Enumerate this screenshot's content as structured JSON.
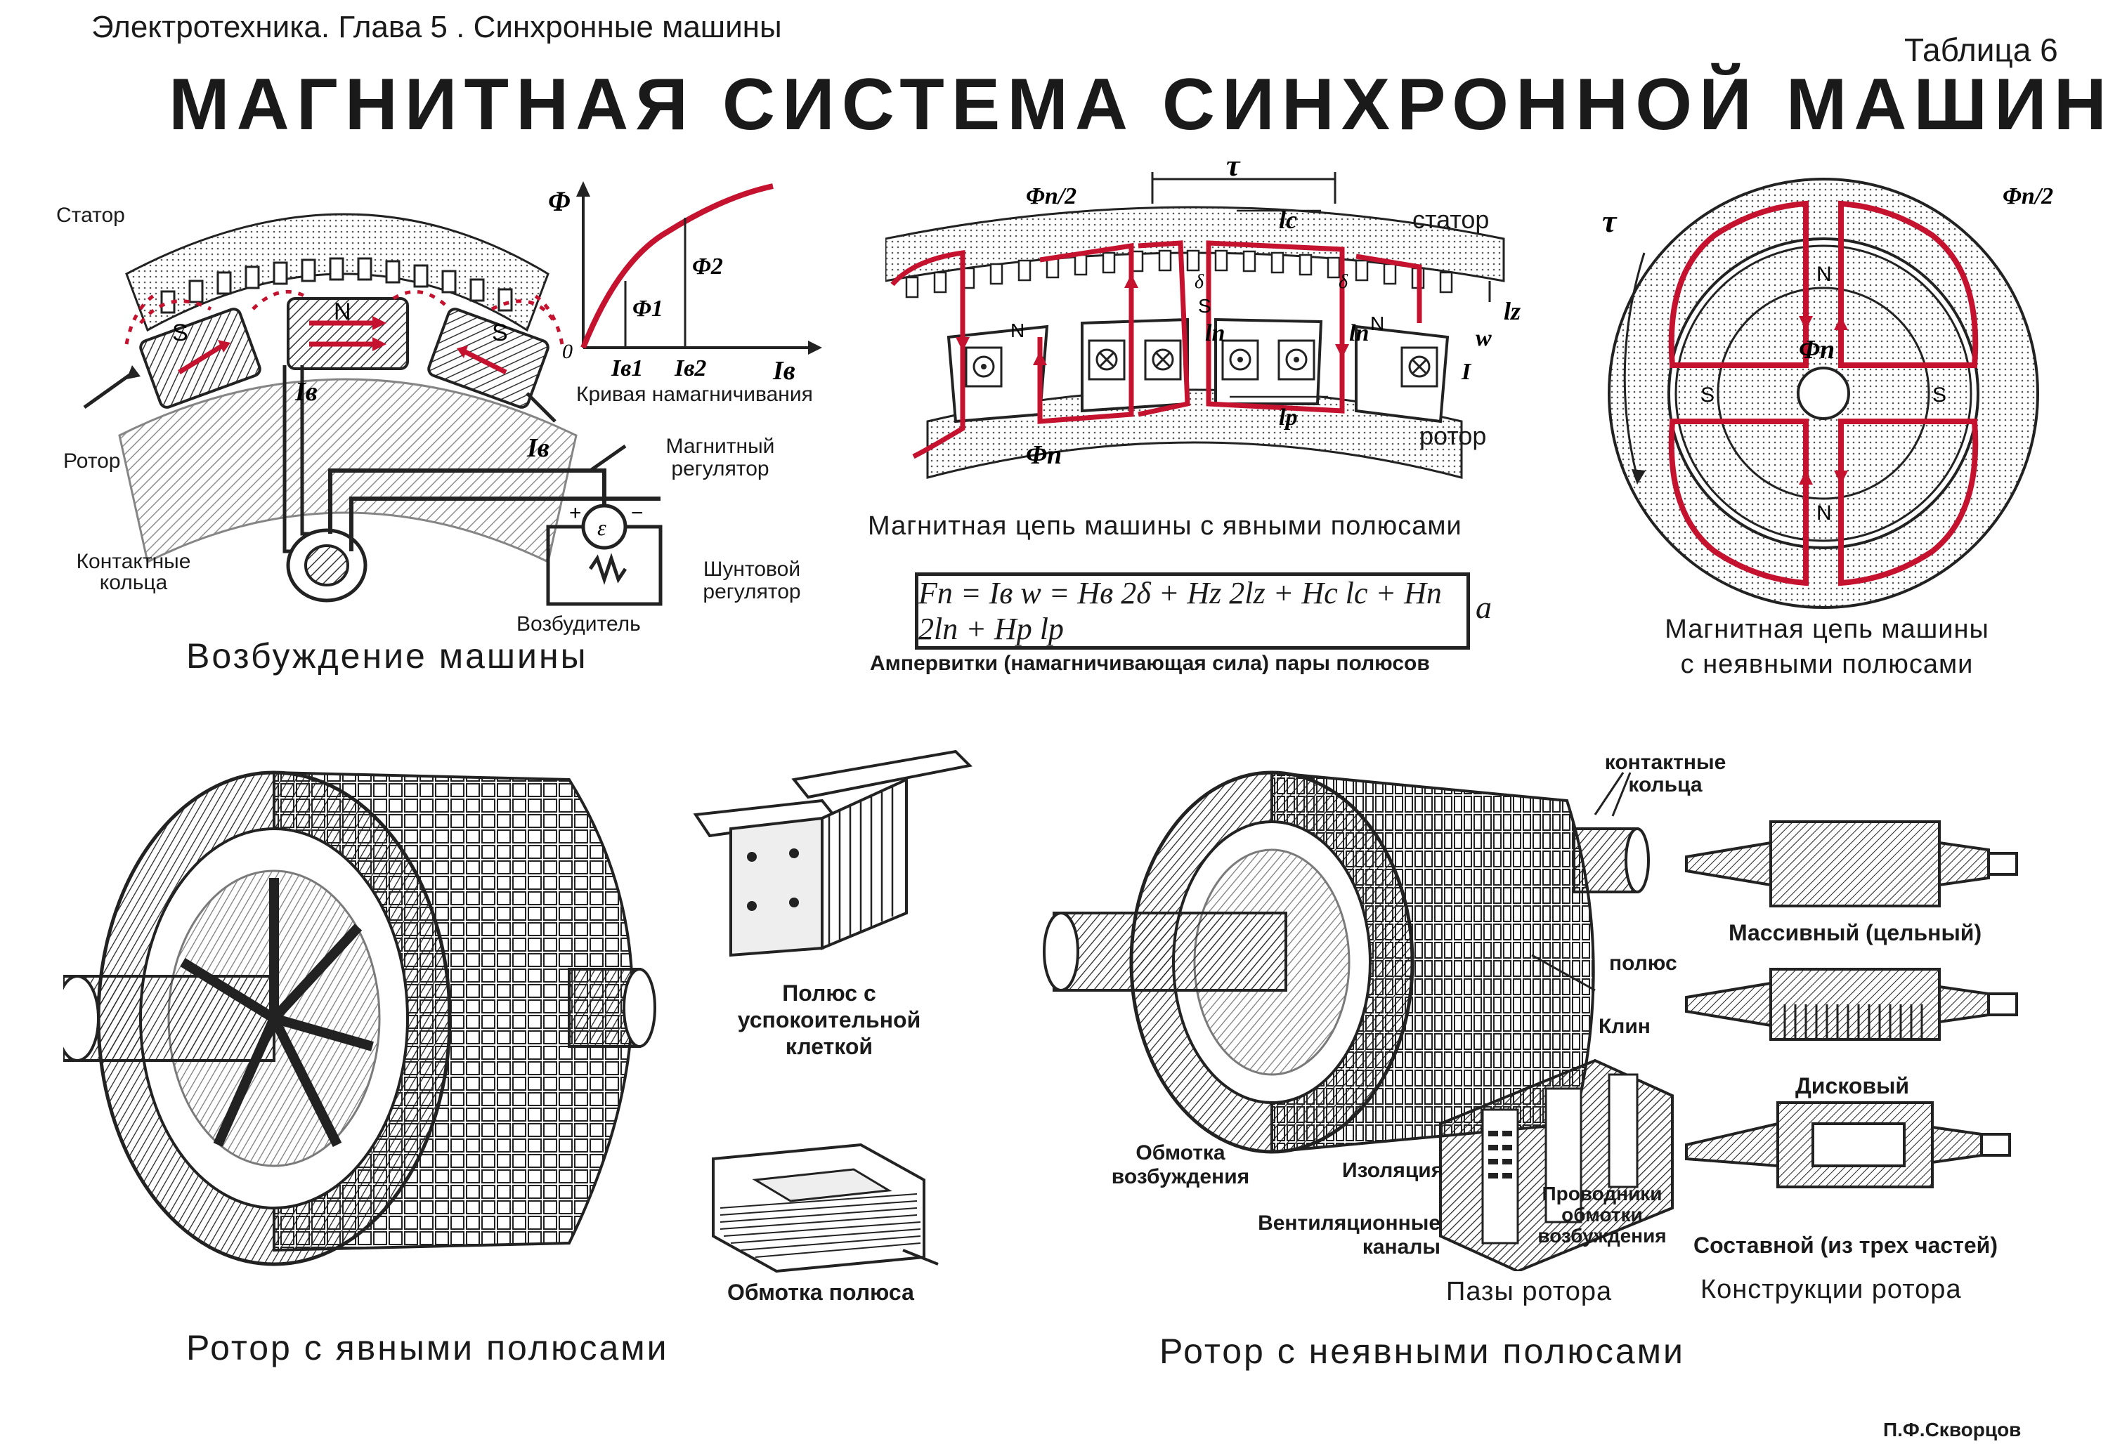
{
  "header": {
    "subject": "Электротехника. Глава 5 . Синхронные машины",
    "table_no": "Таблица 6",
    "title": "МАГНИТНАЯ СИСТЕМА СИНХРОННОЙ МАШИНЫ"
  },
  "excitation": {
    "caption": "Возбуждение машины",
    "stator": "Статор",
    "rotor": "Ротор",
    "slip_rings": "Контактные кольца",
    "magnetic_regulator": "Магнитный регулятор",
    "shunt_regulator": "Шунтовой регулятор",
    "exciter": "Возбудитель",
    "pole_s1": "S",
    "pole_n": "N",
    "pole_s2": "S",
    "current_label": "Iв",
    "emf": "ε",
    "plus": "+",
    "minus": "−"
  },
  "magnetization": {
    "caption": "Кривая намагничивания",
    "y_axis": "Φ",
    "x_axis": "Iв",
    "origin": "0",
    "phi1": "Φ1",
    "phi2": "Φ2",
    "ib1": "Iв1",
    "ib2": "Iв2"
  },
  "salient_circuit": {
    "caption": "Магнитная цепь машины с явными полюсами",
    "stator": "статор",
    "rotor": "ротор",
    "tau": "τ",
    "phi_half": "Φп/2",
    "phi_n": "Φп",
    "lc": "lс",
    "lz": "lz",
    "ln": "lп",
    "lp": "lр",
    "delta": "δ",
    "w": "w",
    "i": "I",
    "n": "N",
    "s": "S"
  },
  "formula": {
    "text": "Fп = Iв w = Hв 2δ + Hz 2lz + Hc lc + Hп 2lп + Hр lр",
    "tag": "a",
    "caption": "Ампервитки (намагничивающая сила) пары полюсов"
  },
  "nonsalient_circuit": {
    "caption_line1": "Магнитная цепь машины",
    "caption_line2": "с неявными полюсами",
    "phi_half": "Φп/2",
    "phi_n": "Φп",
    "tau": "τ",
    "n": "N",
    "s": "S"
  },
  "salient_rotor": {
    "caption": "Ротор с явными полюсами",
    "pole_caption": "Полюс с успокоительной клеткой",
    "winding_caption": "Обмотка полюса"
  },
  "nonsalient_rotor": {
    "caption": "Ротор с неявными полюсами",
    "slip_rings": "контактные кольца",
    "pole": "полюс",
    "wedge": "Клин",
    "excitation_winding": "Обмотка возбуждения",
    "insulation": "Изоляция",
    "ventilation": "Вентиляционные каналы",
    "conductors": "Проводники обмотки возбуждения",
    "slots_caption": "Пазы ротора",
    "massive": "Массивный (цельный)",
    "disk": "Дисковый",
    "composite": "Составной (из трех частей)",
    "designs_caption": "Конструкции ротора"
  },
  "author": "П.Ф.Скворцов",
  "colors": {
    "flux": "#c4122f",
    "ink": "#1a1a1a"
  }
}
